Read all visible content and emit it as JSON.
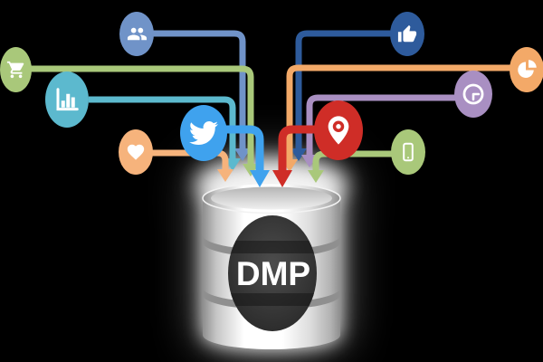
{
  "background": "#000000",
  "diagram_title": "DMP data sources diagram",
  "database": {
    "label": "DMP",
    "badge_color": "#333333",
    "label_color": "#ffffff",
    "body_light": "#ffffff",
    "body_dark": "#8f8f8f",
    "glow_color": "#ffffff"
  },
  "nodes": [
    {
      "id": "users",
      "name": "users",
      "icon": "users-icon",
      "color": "#7093c8"
    },
    {
      "id": "shopping-cart",
      "name": "shopping cart",
      "icon": "shopping-cart-icon",
      "color": "#a9c87a"
    },
    {
      "id": "bar-chart",
      "name": "bar chart",
      "icon": "bar-chart-icon",
      "color": "#5cb9ce"
    },
    {
      "id": "heart",
      "name": "heart",
      "icon": "heart-icon",
      "color": "#f6b37c"
    },
    {
      "id": "twitter",
      "name": "twitter",
      "icon": "twitter-icon",
      "color": "#3fa2ee"
    },
    {
      "id": "location-pin",
      "name": "location pin",
      "icon": "location-pin-icon",
      "color": "#cf2d27"
    },
    {
      "id": "thumbs-up",
      "name": "thumbs up",
      "icon": "thumbs-up-icon",
      "color": "#2e5b9c"
    },
    {
      "id": "pie-chart",
      "name": "pie chart",
      "icon": "pie-chart-icon",
      "color": "#f3a968"
    },
    {
      "id": "clock",
      "name": "clock",
      "icon": "clock-icon",
      "color": "#a98fc2"
    },
    {
      "id": "smartphone",
      "name": "smartphone",
      "icon": "smartphone-icon",
      "color": "#a9c87a"
    }
  ]
}
